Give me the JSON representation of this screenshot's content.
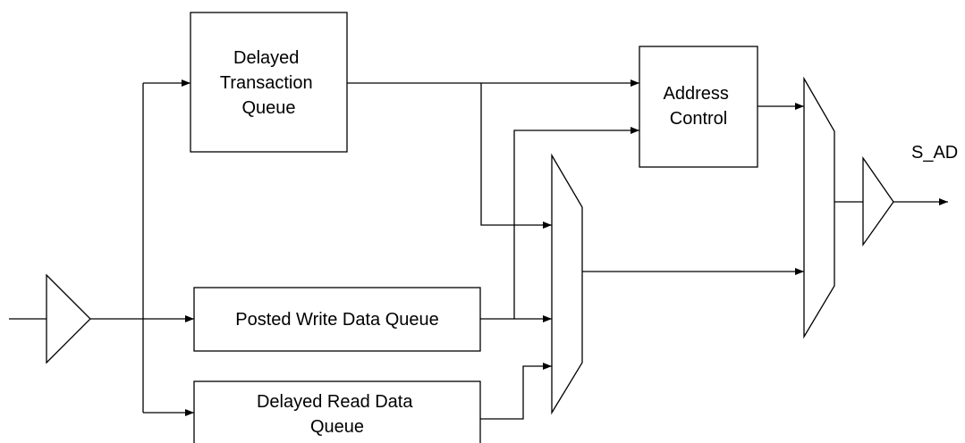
{
  "blocks": {
    "delayed_transaction_queue": [
      "Delayed",
      "Transaction",
      "Queue"
    ],
    "address_control": [
      "Address",
      "Control"
    ],
    "posted_write_data_queue": [
      "Posted Write Data Queue"
    ],
    "delayed_read_data_queue": [
      "Delayed Read Data",
      "Queue"
    ]
  },
  "signals": {
    "output": "S_AD"
  }
}
